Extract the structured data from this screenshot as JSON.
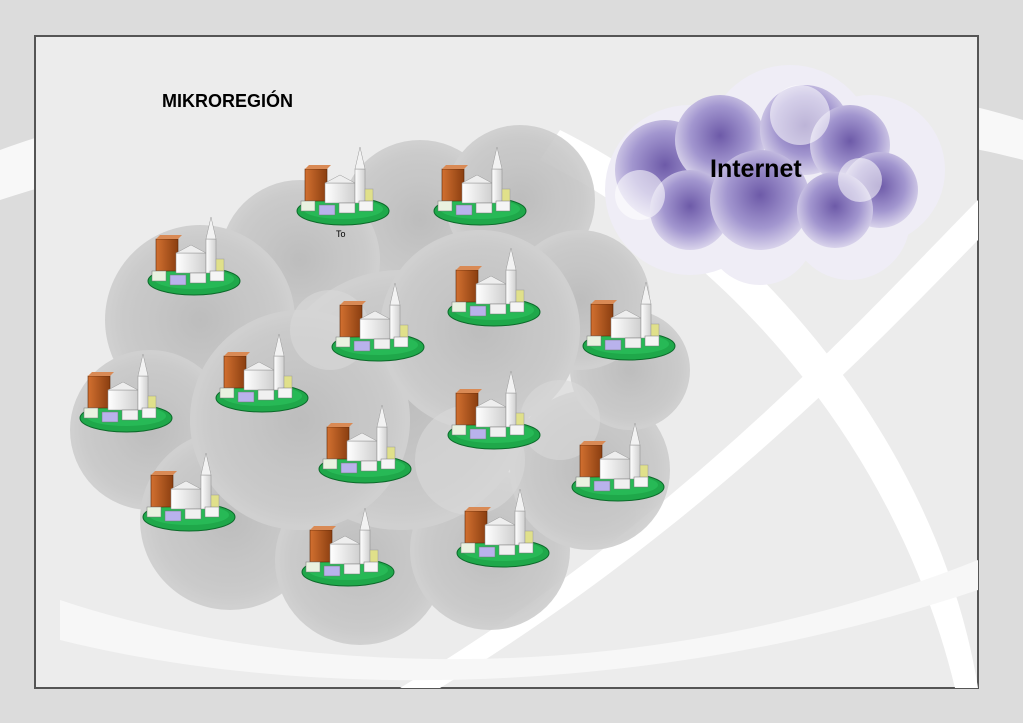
{
  "region": {
    "title": "MIKROREGIÓN"
  },
  "internet": {
    "label": "Internet"
  },
  "village_caption": "To",
  "colors": {
    "background": "#dcdcdc",
    "frame_fill": "#ececec",
    "frame_border": "#555555",
    "region_cloud": "#c4c4c4",
    "internet_cloud": "#8f7fc4",
    "village_base": "#1fa84a",
    "tower_brick": "#b85a1c"
  },
  "icons": {
    "village": "village-icon",
    "region": "cloud-shape",
    "internet": "cloud-icon"
  }
}
